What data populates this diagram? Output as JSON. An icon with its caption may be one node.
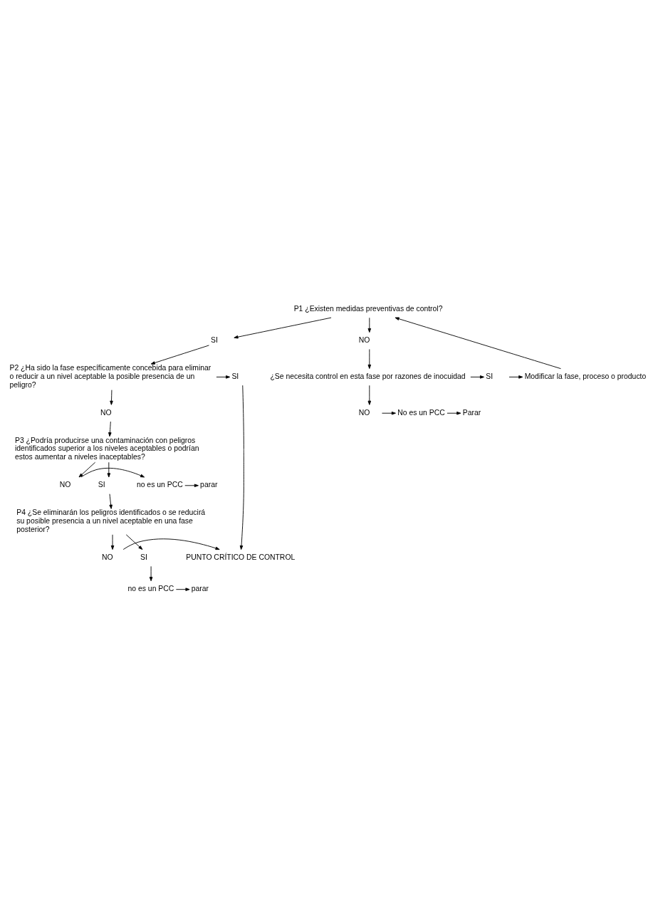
{
  "diagram": {
    "nodes": [
      {
        "text": [
          "P1 ¿Existen medidas preventivas de control?"
        ]
      },
      {
        "text": [
          "SI"
        ]
      },
      {
        "text": [
          "NO"
        ]
      },
      {
        "text": [
          "Modificar la fase, proceso o producto"
        ]
      },
      {
        "text": [
          "¿Se necesita control en esta fase por razones de inocuidad"
        ]
      },
      {
        "text": [
          "SI"
        ]
      },
      {
        "text": [
          "NO"
        ]
      },
      {
        "text": [
          "No es un PCC"
        ]
      },
      {
        "text": [
          "Parar"
        ]
      },
      {
        "text": [
          "P2 ¿Ha sido la fase específicamente concebida para eliminar o reducir a un nivel aceptable la posible presencia de un peligro?"
        ]
      },
      {
        "text": [
          "SI"
        ]
      },
      {
        "text": [
          "NO"
        ]
      },
      {
        "text": [
          "P3 ¿Podría producirse una contaminación con peligros identificados superior a los niveles aceptables o podrían estos aumentar a niveles inaceptables?"
        ]
      },
      {
        "text": [
          "SI"
        ]
      },
      {
        "text": [
          "NO"
        ]
      },
      {
        "text": [
          "no es un PCC"
        ]
      },
      {
        "text": [
          "parar"
        ]
      },
      {
        "text": [
          "P4 ¿Se eliminarán los peligros identificados o se reducirá su posible presencia a un nivel aceptable en una fase posterior?"
        ]
      },
      {
        "text": [
          "SI"
        ]
      },
      {
        "text": [
          "NO"
        ]
      },
      {
        "text": [
          "PUNTO CRÍTICO DE CONTROL"
        ]
      },
      {
        "text": [
          "no es un PCC"
        ]
      },
      {
        "text": [
          "parar"
        ]
      }
    ],
    "edges": [
      {
        "from": 0,
        "to": 1,
        "arrow": "to"
      },
      {
        "from": 0,
        "to": 2,
        "arrow": "to"
      },
      {
        "from": 3,
        "to": 0,
        "arrow": "to"
      },
      {
        "from": 2,
        "to": 4,
        "arrow": "to"
      },
      {
        "from": 4,
        "to": 5,
        "arrow": "to"
      },
      {
        "from": 5,
        "to": 3,
        "arrow": "to"
      },
      {
        "from": 4,
        "to": 6,
        "arrow": "to"
      },
      {
        "from": 6,
        "to": 7,
        "arrow": "to"
      },
      {
        "from": 7,
        "to": 8,
        "arrow": "to"
      },
      {
        "from": 1,
        "to": 9,
        "arrow": "to"
      },
      {
        "from": 9,
        "to": 10,
        "arrow": "to"
      },
      {
        "from": 9,
        "to": 11,
        "arrow": "to"
      },
      {
        "from": 11,
        "to": 12,
        "arrow": "to"
      },
      {
        "from": 12,
        "to": 13,
        "arrow": "to"
      },
      {
        "from": 12,
        "to": 14,
        "arrow": "to"
      },
      {
        "from": 14,
        "to": 15,
        "arrow": "to"
      },
      {
        "from": 15,
        "to": 16,
        "arrow": "to"
      },
      {
        "from": 13,
        "to": 17,
        "arrow": "to"
      },
      {
        "from": 10,
        "to": 20,
        "arrow": "to"
      },
      {
        "from": 17,
        "to": 18,
        "arrow": "to"
      },
      {
        "from": 17,
        "to": 19,
        "arrow": "to"
      },
      {
        "from": 19,
        "to": 20,
        "arrow": "to"
      },
      {
        "from": 18,
        "to": 21,
        "arrow": "to"
      },
      {
        "from": 21,
        "to": 22,
        "arrow": "to"
      }
    ]
  }
}
